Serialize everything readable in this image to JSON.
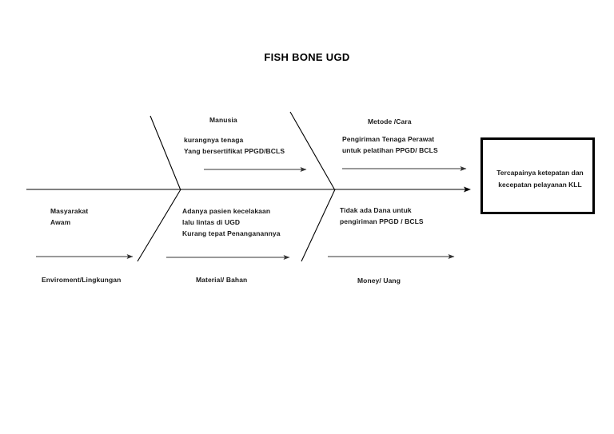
{
  "title": "FISH BONE UGD",
  "effect": {
    "text": "Tercapainya ketepatan dan\nkecepatan pelayanan KLL"
  },
  "categories": {
    "manusia": {
      "heading": "Manusia",
      "causes": "kurangnya tenaga\nYang bersertifikat PPGD/BCLS"
    },
    "metode": {
      "heading": "Metode /Cara",
      "causes": "Pengiriman Tenaga Perawat\nuntuk pelatihan PPGD/ BCLS"
    },
    "masyarakat": {
      "heading": "Masyarakat\nAwam",
      "causes": ""
    },
    "material": {
      "heading": "Material/ Bahan",
      "causes": "Adanya pasien kecelakaan\nlalu lintas di UGD\nKurang tepat Penanganannya"
    },
    "money": {
      "heading": "Money/ Uang",
      "causes": "Tidak ada Dana untuk\npengiriman PPGD / BCLS"
    },
    "environment": {
      "heading": "Enviroment/Lingkungan",
      "causes": ""
    }
  },
  "colors": {
    "line": "#000000",
    "text": "#1a1a1a",
    "background": "#ffffff"
  }
}
